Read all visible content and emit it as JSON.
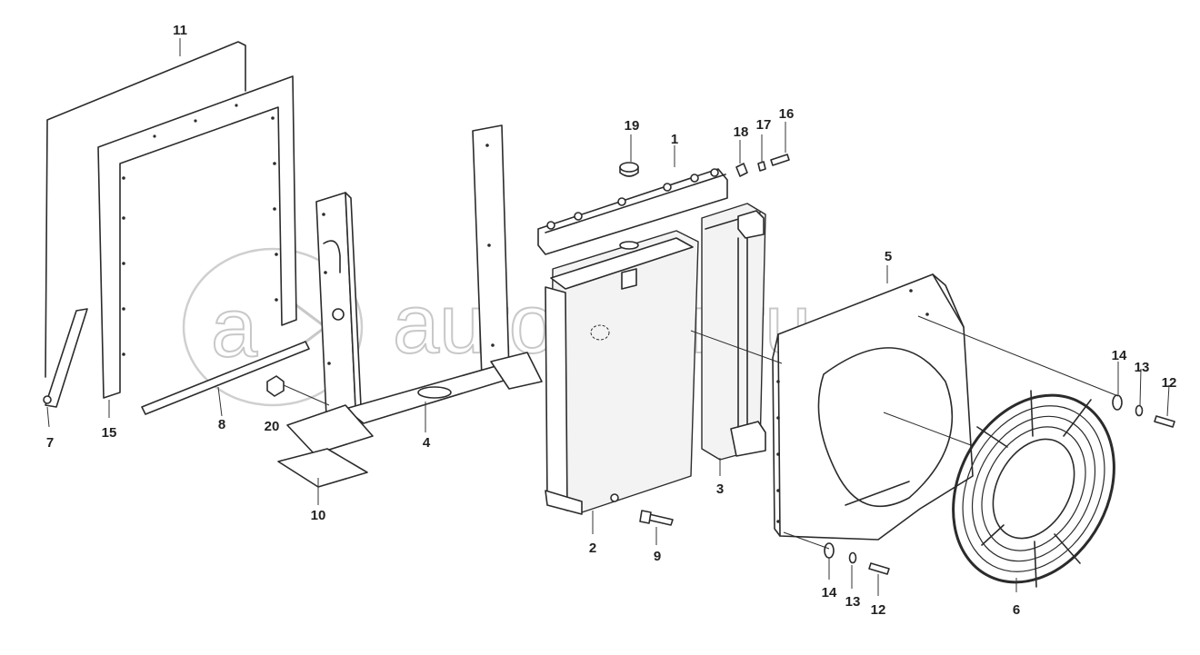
{
  "watermark": {
    "logo_text": "a",
    "text": "autopiter.ru"
  },
  "callouts": [
    {
      "id": "c11",
      "label": "11"
    },
    {
      "id": "c15",
      "label": "15"
    },
    {
      "id": "c7",
      "label": "7"
    },
    {
      "id": "c8",
      "label": "8"
    },
    {
      "id": "c20",
      "label": "20"
    },
    {
      "id": "c4",
      "label": "4"
    },
    {
      "id": "c10",
      "label": "10"
    },
    {
      "id": "c19",
      "label": "19"
    },
    {
      "id": "c1",
      "label": "1"
    },
    {
      "id": "c18",
      "label": "18"
    },
    {
      "id": "c17",
      "label": "17"
    },
    {
      "id": "c16",
      "label": "16"
    },
    {
      "id": "c2",
      "label": "2"
    },
    {
      "id": "c9",
      "label": "9"
    },
    {
      "id": "c3",
      "label": "3"
    },
    {
      "id": "c5",
      "label": "5"
    },
    {
      "id": "c14a",
      "label": "14"
    },
    {
      "id": "c13a",
      "label": "13"
    },
    {
      "id": "c12a",
      "label": "12"
    },
    {
      "id": "c14b",
      "label": "14"
    },
    {
      "id": "c13b",
      "label": "13"
    },
    {
      "id": "c12b",
      "label": "12"
    },
    {
      "id": "c6",
      "label": "6"
    }
  ]
}
